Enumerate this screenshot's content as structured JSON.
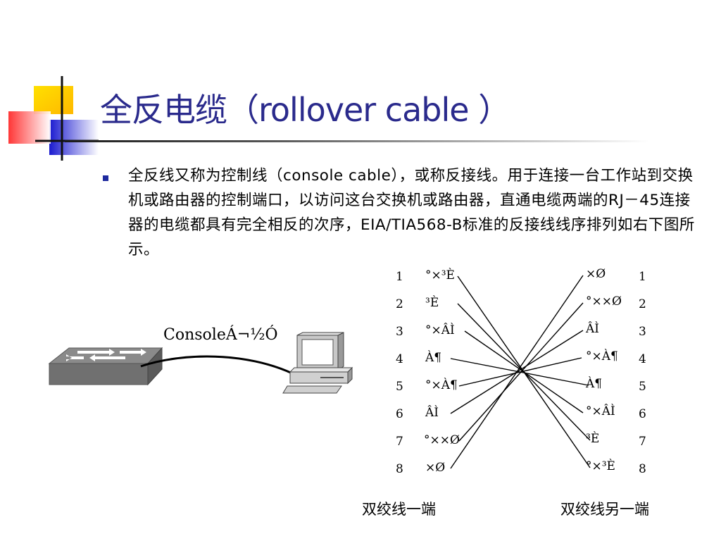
{
  "title": "全反电缆（rollover cable ）",
  "body_text": "全反线又称为控制线（console cable），或称反接线。用于连接一台工作站到交换机或路由器的控制端口，以访问这台交换机或路由器，直通电缆两端的RJ－45连接器的电缆都具有完全相反的次序，EIA/TIA568-B标准的反接线线序排列如右下图所示。",
  "console_label": "ConsoleÁ¬½Ó",
  "left_end": {
    "caption": "双绞线一端",
    "pins": [
      {
        "num": "1",
        "label": "°×³È"
      },
      {
        "num": "2",
        "label": "³È"
      },
      {
        "num": "3",
        "label": "°×ÂÌ"
      },
      {
        "num": "4",
        "label": "À¶"
      },
      {
        "num": "5",
        "label": "°×À¶"
      },
      {
        "num": "6",
        "label": "ÂÌ"
      },
      {
        "num": "7",
        "label": "°××Ø"
      },
      {
        "num": "8",
        "label": "×Ø"
      }
    ]
  },
  "right_end": {
    "caption": "双绞线另一端",
    "pins": [
      {
        "num": "1",
        "label": "×Ø"
      },
      {
        "num": "2",
        "label": "°××Ø"
      },
      {
        "num": "3",
        "label": "ÂÌ"
      },
      {
        "num": "4",
        "label": "°×À¶"
      },
      {
        "num": "5",
        "label": "À¶"
      },
      {
        "num": "6",
        "label": "°×ÂÌ"
      },
      {
        "num": "7",
        "label": "³È"
      },
      {
        "num": "8",
        "label": "°×³È"
      }
    ]
  },
  "colors": {
    "title": "#2a2a8c",
    "accent_yellow": "#ffd200",
    "accent_blue": "#2020c8",
    "accent_red": "#ff3030",
    "bullet": "#1e2a9e"
  }
}
